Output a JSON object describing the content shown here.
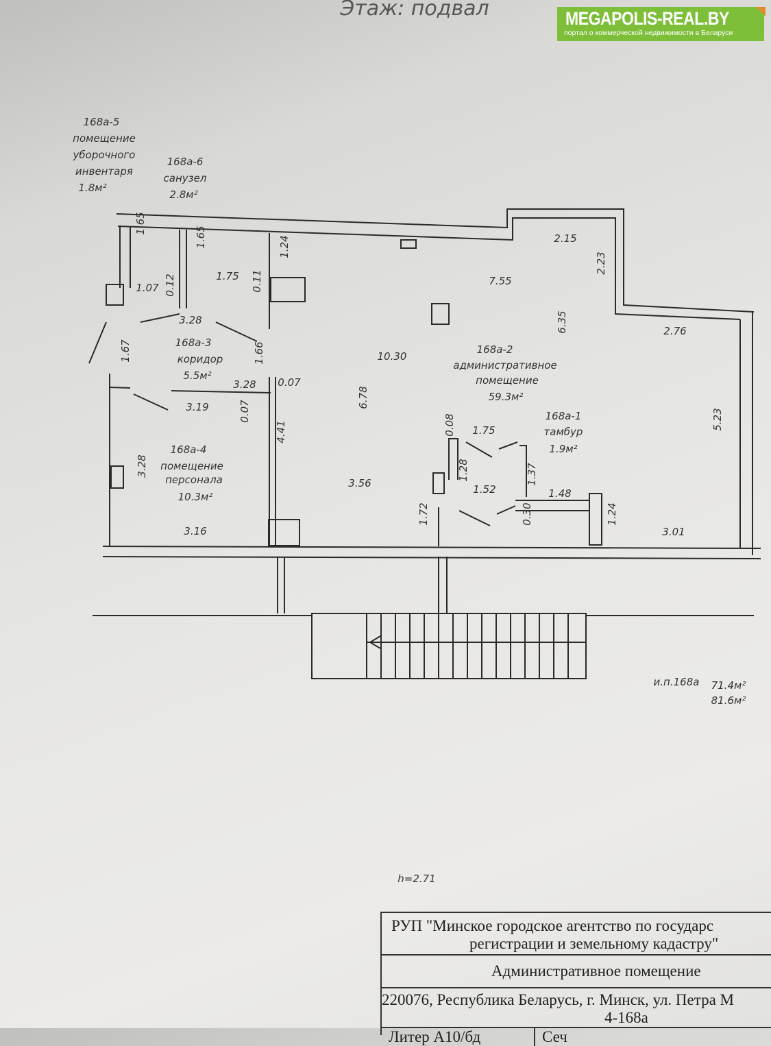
{
  "title": "Этаж: подвал",
  "logo": {
    "name": "MEGAPOLIS-REAL.BY",
    "tagline": "портал о коммерческой недвижимости в Беларуси",
    "color": "#7ebf3a"
  },
  "rooms": [
    {
      "id": "168а-5",
      "name_lines": [
        "помещение",
        "уборочного",
        "инвентаря"
      ],
      "area": "1.8м²"
    },
    {
      "id": "168а-6",
      "name_lines": [
        "санузел"
      ],
      "area": "2.8м²"
    },
    {
      "id": "168а-3",
      "name_lines": [
        "коридор"
      ],
      "area": "5.5м²"
    },
    {
      "id": "168а-4",
      "name_lines": [
        "помещение",
        "персонала"
      ],
      "area": "10.3м²"
    },
    {
      "id": "168а-2",
      "name_lines": [
        "административное",
        "помещение"
      ],
      "area": "59.3м²"
    },
    {
      "id": "168а-1",
      "name_lines": [
        "тамбур"
      ],
      "area": "1.9м²"
    }
  ],
  "dimensions": [
    "1.65",
    "1.07",
    "0.12",
    "1.65",
    "1.75",
    "0.11",
    "1.24",
    "3.28",
    "1.67",
    "1.66",
    "3.28",
    "0.07",
    "3.19",
    "0.07",
    "4.41",
    "3.28",
    "3.16",
    "10.30",
    "6.78",
    "3.56",
    "7.55",
    "6.35",
    "2.15",
    "2.23",
    "2.76",
    "5.23",
    "0.08",
    "1.75",
    "1.28",
    "1.52",
    "1.37",
    "1.72",
    "1.48",
    "0.30",
    "1.24",
    "3.01"
  ],
  "summary": {
    "label": "и.п.168а",
    "area_main": "71.4м²",
    "area_total": "81.6м²"
  },
  "height": "h=2.71",
  "title_block": {
    "org_line1": "РУП \"Минское городское агентство по государс",
    "org_line2": "регистрации и земельному кадастру\"",
    "object": "Административное помещение",
    "address": "220076, Республика Беларусь, г. Минск, ул. Петра М",
    "unit": "4-168а",
    "liter": "Литер А10/бд",
    "section": "Сеч"
  }
}
